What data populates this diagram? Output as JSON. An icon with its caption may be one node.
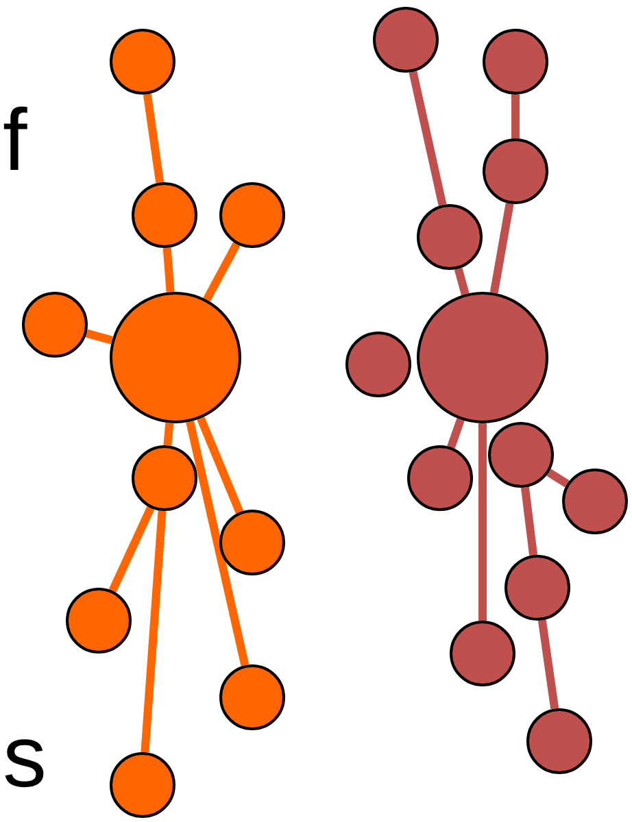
{
  "diagram": {
    "nodes": [
      {
        "text": [],
        "shape": "circle"
      },
      {
        "text": [],
        "shape": "circle"
      },
      {
        "text": [],
        "shape": "circle"
      },
      {
        "text": [],
        "shape": "circle"
      },
      {
        "text": [],
        "shape": "circle"
      },
      {
        "text": [],
        "shape": "circle"
      },
      {
        "text": [],
        "shape": "circle"
      },
      {
        "text": [],
        "shape": "circle"
      },
      {
        "text": [],
        "shape": "circle"
      },
      {
        "text": [],
        "shape": "circle"
      },
      {
        "text": [],
        "shape": "circle"
      },
      {
        "text": [],
        "shape": "circle"
      },
      {
        "text": [],
        "shape": "circle"
      },
      {
        "text": [],
        "shape": "circle"
      },
      {
        "text": [],
        "shape": "circle"
      },
      {
        "text": [],
        "shape": "circle"
      },
      {
        "text": [],
        "shape": "circle"
      },
      {
        "text": [],
        "shape": "circle"
      },
      {
        "text": [],
        "shape": "circle"
      },
      {
        "text": [],
        "shape": "circle"
      },
      {
        "text": [],
        "shape": "circle"
      },
      {
        "text": [],
        "shape": "circle"
      }
    ],
    "edges": [
      {
        "from": 1,
        "to": 2,
        "arrow": "none",
        "color": "#ff6600"
      },
      {
        "from": 2,
        "to": 0,
        "arrow": "none",
        "color": "#ff6600"
      },
      {
        "from": 3,
        "to": 0,
        "arrow": "none",
        "color": "#ff6600"
      },
      {
        "from": 4,
        "to": 0,
        "arrow": "none",
        "color": "#ff6600"
      },
      {
        "from": 0,
        "to": 5,
        "arrow": "none",
        "color": "#ff6600"
      },
      {
        "from": 5,
        "to": 7,
        "arrow": "none",
        "color": "#ff6600"
      },
      {
        "from": 5,
        "to": 9,
        "arrow": "none",
        "color": "#ff6600"
      },
      {
        "from": 0,
        "to": 6,
        "arrow": "none",
        "color": "#ff6600"
      },
      {
        "from": 0,
        "to": 8,
        "arrow": "none",
        "color": "#ff6600"
      },
      {
        "from": 11,
        "to": 14,
        "arrow": "none",
        "color": "#c0504d"
      },
      {
        "from": 14,
        "to": 10,
        "arrow": "none",
        "color": "#c0504d"
      },
      {
        "from": 12,
        "to": 13,
        "arrow": "none",
        "color": "#c0504d"
      },
      {
        "from": 13,
        "to": 10,
        "arrow": "none",
        "color": "#c0504d"
      },
      {
        "from": 10,
        "to": 17,
        "arrow": "none",
        "color": "#c0504d"
      },
      {
        "from": 16,
        "to": 18,
        "arrow": "none",
        "color": "#c0504d"
      },
      {
        "from": 16,
        "to": 19,
        "arrow": "none",
        "color": "#c0504d"
      },
      {
        "from": 10,
        "to": 20,
        "arrow": "none",
        "color": "#c0504d"
      },
      {
        "from": 19,
        "to": 21,
        "arrow": "none",
        "color": "#c0504d"
      }
    ],
    "labels": [
      "f",
      "s"
    ]
  }
}
